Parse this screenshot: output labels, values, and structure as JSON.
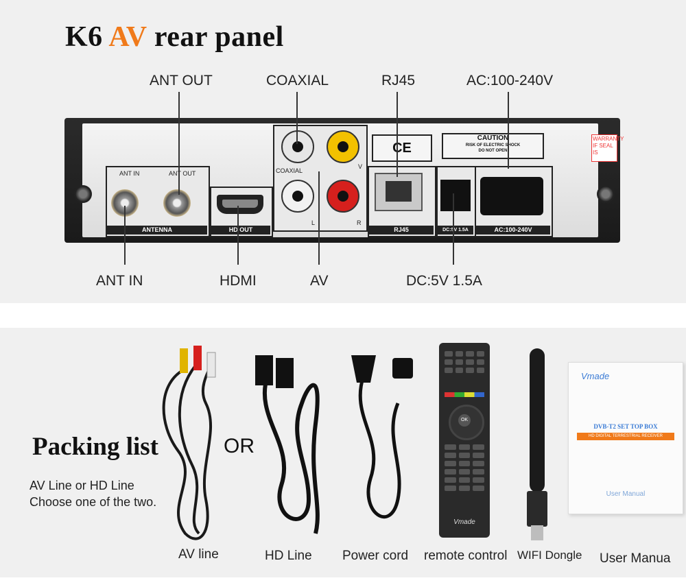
{
  "top": {
    "title_part1": "K6 ",
    "title_accent": "AV",
    "title_part2": " rear panel",
    "callouts_top": [
      "ANT OUT",
      "COAXIAL",
      "RJ45",
      "AC:100-240V"
    ],
    "callouts_bottom": [
      "ANT IN",
      "HDMI",
      "AV",
      "DC:5V 1.5A"
    ],
    "device": {
      "ant_in_label": "ANT IN",
      "ant_out_label": "ANT OUT",
      "antenna_bar": "ANTENNA",
      "hd_out_bar": "HD OUT",
      "coaxial_label": "COAXIAL",
      "v_label": "V",
      "l_label": "L",
      "r_label": "R",
      "rj45_bar": "RJ45",
      "dc_bar": "DC:5V 1.5A",
      "ac_bar": "AC:100-240V",
      "caution_title": "CAUTION",
      "caution_line1": "RISK OF ELECTRIC SHOCK",
      "caution_line2": "DO NOT OPEN",
      "ce_mark": "CE",
      "warranty_text": "WARRANTY IF SEAL IS"
    }
  },
  "bottom": {
    "title": "Packing list",
    "desc_line1": "AV Line or HD Line",
    "desc_line2": "Choose one of the two.",
    "or": "OR",
    "items": [
      "AV line",
      "HD Line",
      "Power cord",
      "remote control",
      "WIFI Dongle",
      "User Manua"
    ],
    "remote_brand": "Vmade",
    "remote_ok": "OK",
    "manual_brand": "Vmade",
    "manual_title": "DVB-T2 SET TOP BOX",
    "manual_subtitle": "HD DIGITAL TERRESTRIAL RECEIVER",
    "manual_footer": "User Manual"
  },
  "colors": {
    "accent": "#f07a1a",
    "panel_bg": "#f0f0f0"
  }
}
